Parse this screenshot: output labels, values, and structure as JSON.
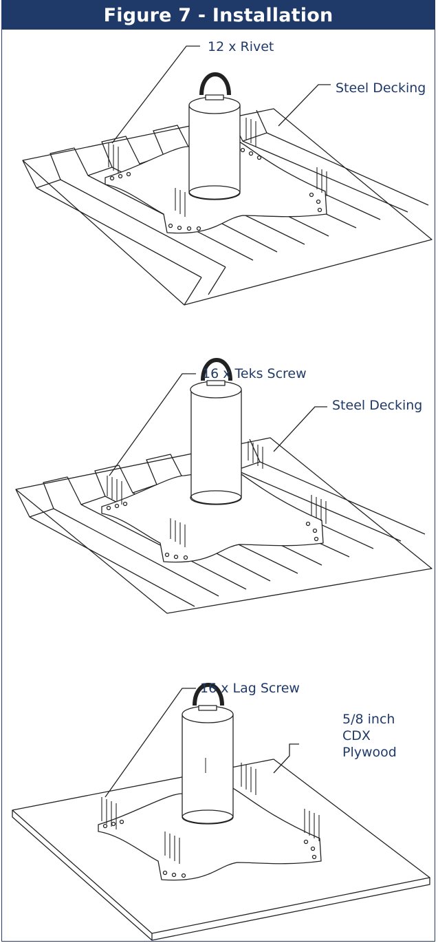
{
  "figure": {
    "title": "Figure 7 - Installation"
  },
  "panels": [
    {
      "fastener_label": "12 x Rivet",
      "substrate_label": "Steel Decking",
      "fastener_type": "rivet"
    },
    {
      "fastener_label": "16 x Teks Screw",
      "substrate_label": "Steel Decking",
      "fastener_type": "teks-screw"
    },
    {
      "fastener_label": "16 x Lag Screw",
      "substrate_label": "5/8 inch CDX Plywood",
      "fastener_type": "lag-screw"
    }
  ],
  "colors": {
    "header_bg": "#1f3a68",
    "header_text": "#ffffff",
    "label_text": "#1f3a68",
    "line_art": "#222222"
  }
}
